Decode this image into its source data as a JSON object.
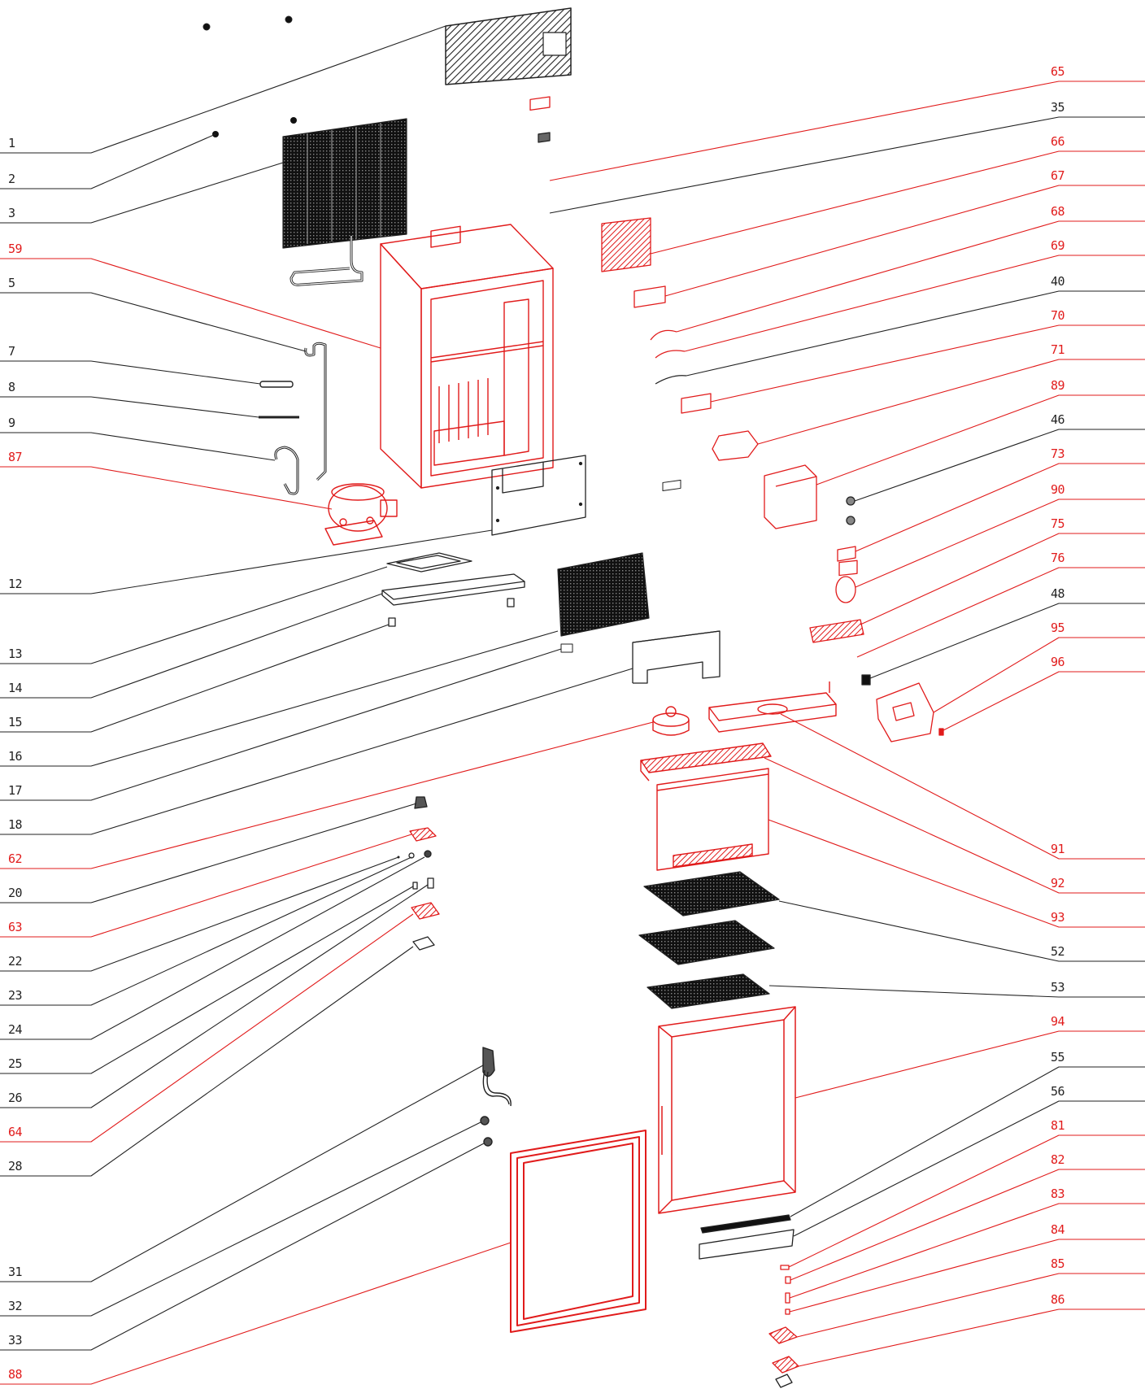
{
  "diagram": {
    "colors": {
      "line_normal": "#222222",
      "line_highlight": "#e11b1b"
    },
    "left_callouts": [
      {
        "id": "1",
        "highlight": false
      },
      {
        "id": "2",
        "highlight": false
      },
      {
        "id": "3",
        "highlight": false
      },
      {
        "id": "59",
        "highlight": true
      },
      {
        "id": "5",
        "highlight": false
      },
      {
        "id": "7",
        "highlight": false
      },
      {
        "id": "8",
        "highlight": false
      },
      {
        "id": "9",
        "highlight": false
      },
      {
        "id": "87",
        "highlight": true
      },
      {
        "id": "12",
        "highlight": false
      },
      {
        "id": "13",
        "highlight": false
      },
      {
        "id": "14",
        "highlight": false
      },
      {
        "id": "15",
        "highlight": false
      },
      {
        "id": "16",
        "highlight": false
      },
      {
        "id": "17",
        "highlight": false
      },
      {
        "id": "18",
        "highlight": false
      },
      {
        "id": "62",
        "highlight": true
      },
      {
        "id": "20",
        "highlight": false
      },
      {
        "id": "63",
        "highlight": true
      },
      {
        "id": "22",
        "highlight": false
      },
      {
        "id": "23",
        "highlight": false
      },
      {
        "id": "24",
        "highlight": false
      },
      {
        "id": "25",
        "highlight": false
      },
      {
        "id": "26",
        "highlight": false
      },
      {
        "id": "64",
        "highlight": true
      },
      {
        "id": "28",
        "highlight": false
      },
      {
        "id": "31",
        "highlight": false
      },
      {
        "id": "32",
        "highlight": false
      },
      {
        "id": "33",
        "highlight": false
      },
      {
        "id": "88",
        "highlight": true
      }
    ],
    "right_callouts": [
      {
        "id": "65",
        "highlight": true
      },
      {
        "id": "35",
        "highlight": false
      },
      {
        "id": "66",
        "highlight": true
      },
      {
        "id": "67",
        "highlight": true
      },
      {
        "id": "68",
        "highlight": true
      },
      {
        "id": "69",
        "highlight": true
      },
      {
        "id": "40",
        "highlight": false
      },
      {
        "id": "70",
        "highlight": true
      },
      {
        "id": "71",
        "highlight": true
      },
      {
        "id": "89",
        "highlight": true
      },
      {
        "id": "46",
        "highlight": false
      },
      {
        "id": "73",
        "highlight": true
      },
      {
        "id": "90",
        "highlight": true
      },
      {
        "id": "75",
        "highlight": true
      },
      {
        "id": "76",
        "highlight": true
      },
      {
        "id": "48",
        "highlight": false
      },
      {
        "id": "95",
        "highlight": true
      },
      {
        "id": "96",
        "highlight": true
      },
      {
        "id": "91",
        "highlight": true
      },
      {
        "id": "92",
        "highlight": true
      },
      {
        "id": "93",
        "highlight": true
      },
      {
        "id": "52",
        "highlight": false
      },
      {
        "id": "53",
        "highlight": false
      },
      {
        "id": "94",
        "highlight": true
      },
      {
        "id": "55",
        "highlight": false
      },
      {
        "id": "56",
        "highlight": false
      },
      {
        "id": "81",
        "highlight": true
      },
      {
        "id": "82",
        "highlight": true
      },
      {
        "id": "83",
        "highlight": true
      },
      {
        "id": "84",
        "highlight": true
      },
      {
        "id": "85",
        "highlight": true
      },
      {
        "id": "86",
        "highlight": true
      }
    ]
  }
}
